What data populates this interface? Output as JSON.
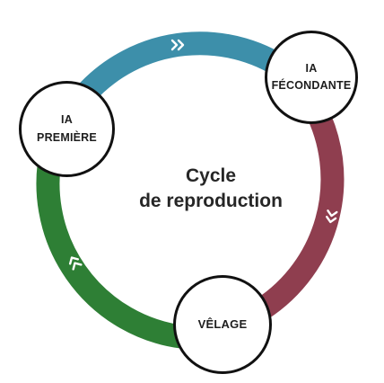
{
  "diagram": {
    "title_lines": [
      "Cycle",
      "de reproduction"
    ],
    "nodes": [
      {
        "id": "premiere",
        "lines": [
          "IA",
          "PREMIÈRE"
        ]
      },
      {
        "id": "fecondante",
        "lines": [
          "IA",
          "FÉCONDANTE"
        ]
      },
      {
        "id": "velage",
        "lines": [
          "VÊLAGE"
        ]
      }
    ],
    "colors": {
      "blue_segment": "#3d8faa",
      "red_segment": "#8f3e4f",
      "green_segment": "#2e7f35",
      "node_border": "#111111",
      "chevron": "#ffffff"
    },
    "icons": [
      "double-chevron-icon"
    ]
  }
}
